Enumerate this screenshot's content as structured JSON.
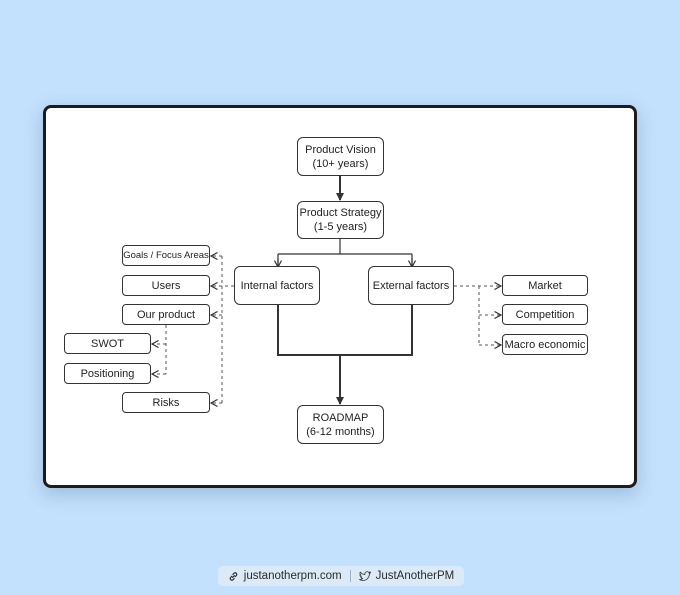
{
  "diagram": {
    "vision": "Product Vision\n(10+ years)",
    "strategy": "Product Strategy\n(1-5 years)",
    "internal": "Internal factors",
    "external": "External factors",
    "roadmap": "ROADMAP\n(6-12 months)",
    "internal_items": {
      "goals": "Goals / Focus Areas",
      "users": "Users",
      "our_product": "Our product",
      "swot": "SWOT",
      "positioning": "Positioning",
      "risks": "Risks"
    },
    "external_items": {
      "market": "Market",
      "competition": "Competition",
      "macro": "Macro economic"
    }
  },
  "footer": {
    "website": "justanotherpm.com",
    "twitter": "JustAnotherPM",
    "link_icon": "link-icon",
    "bird_icon": "twitter-bird-icon"
  }
}
